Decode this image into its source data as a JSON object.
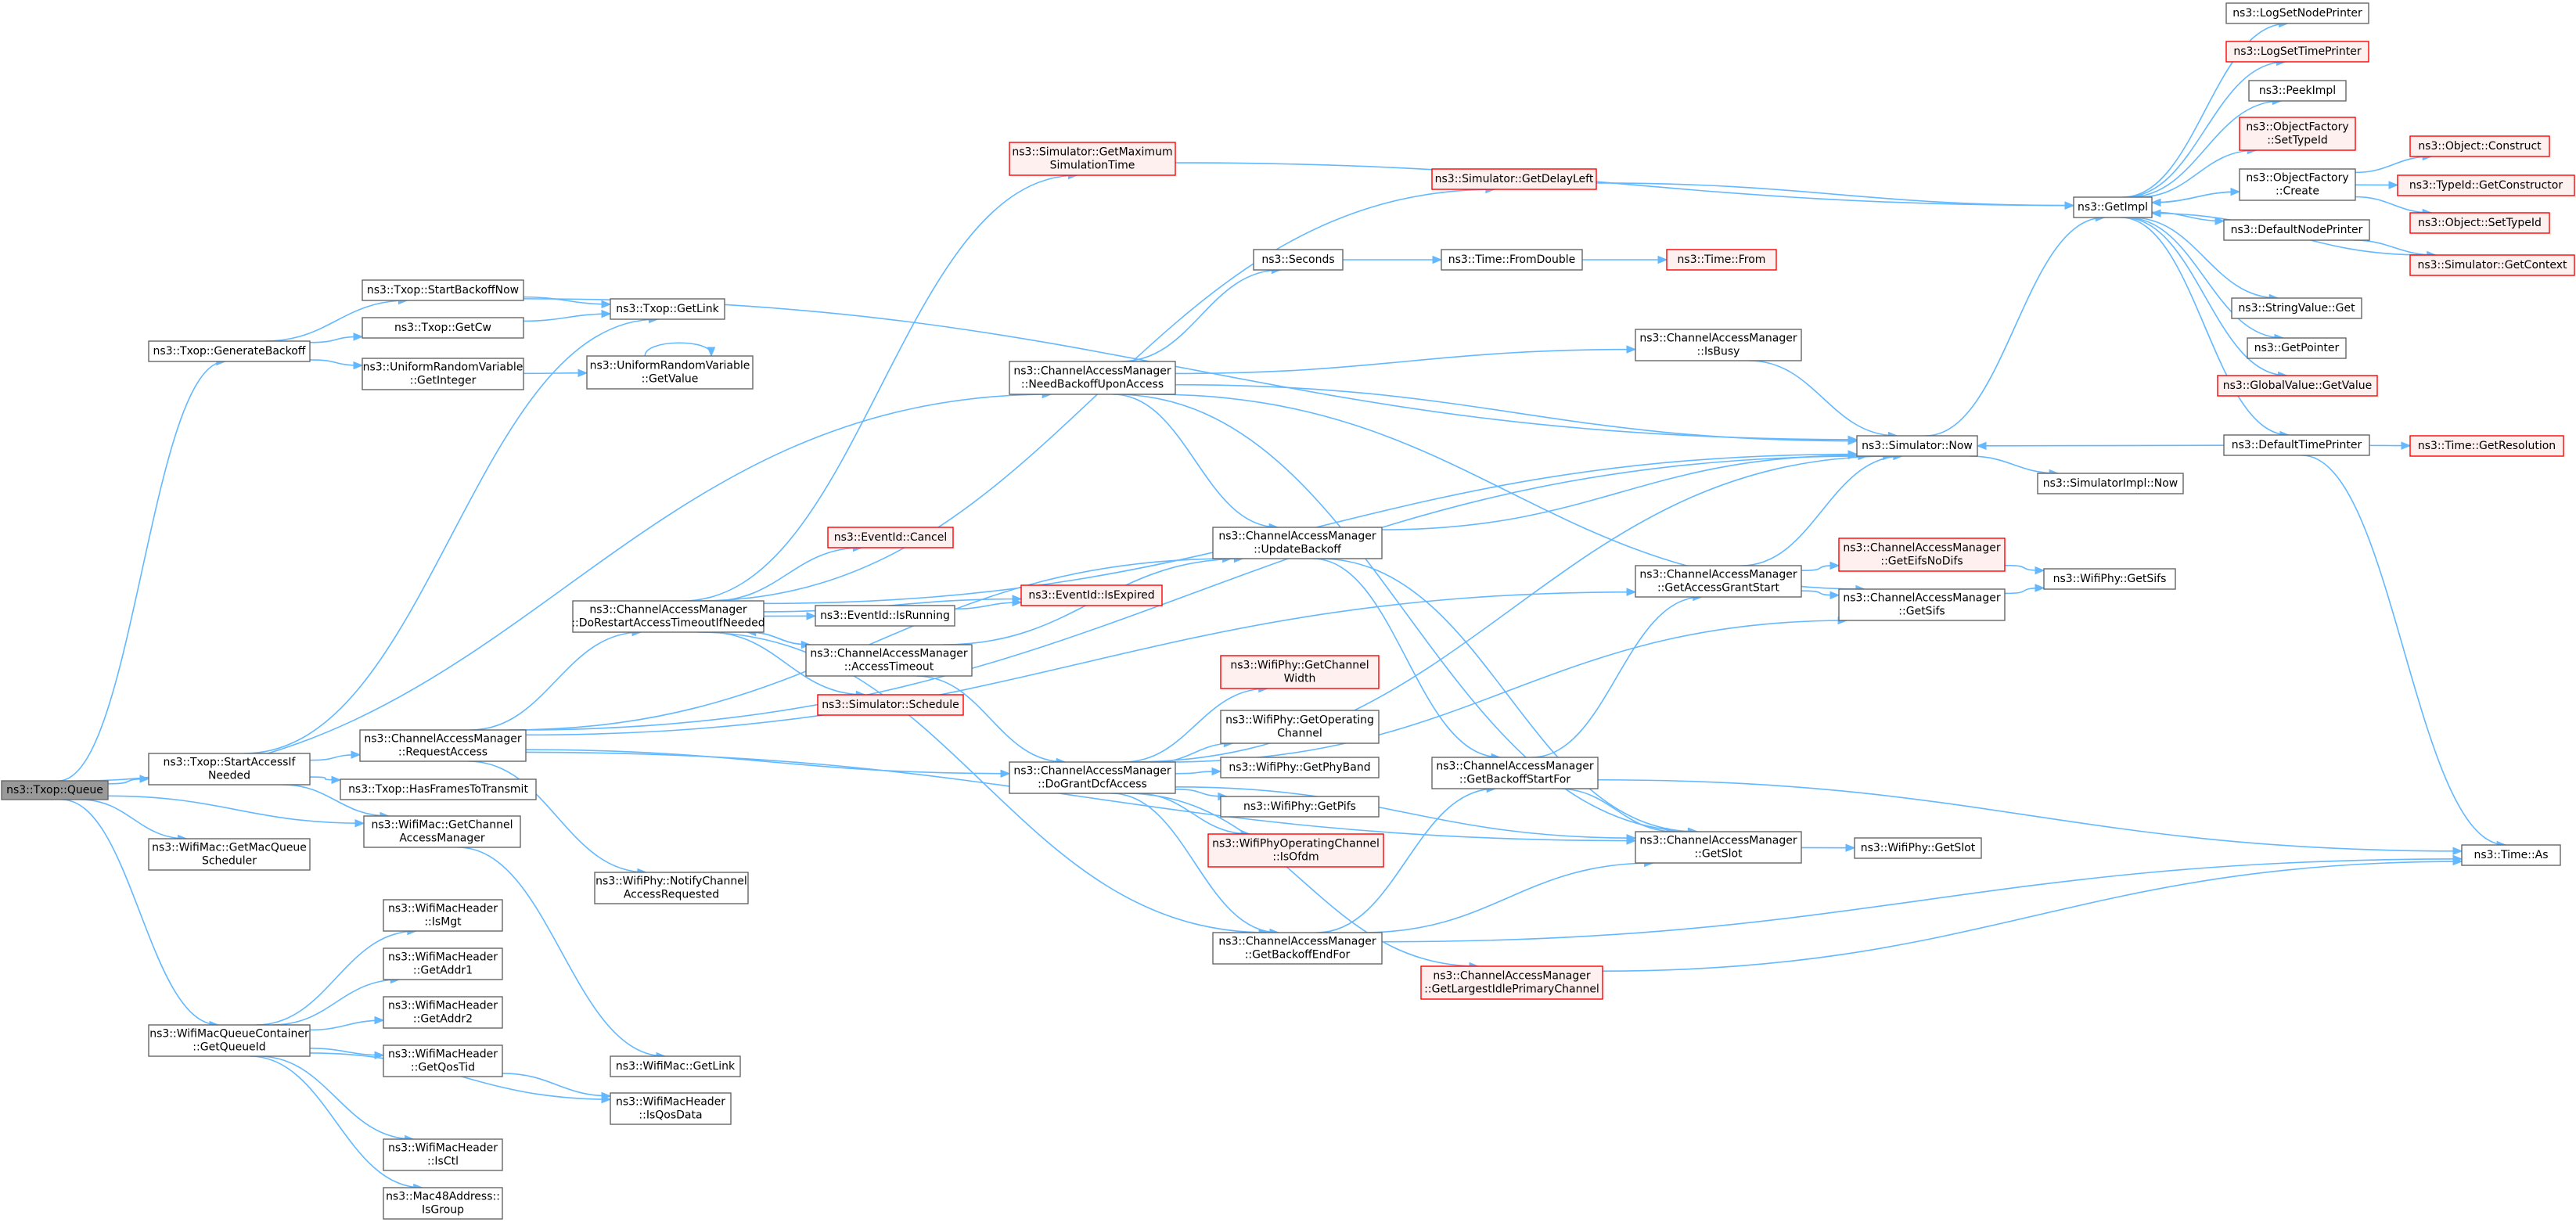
{
  "colors": {
    "edge": "#63b8ff",
    "node_border": "#666666",
    "node_fill": "#ffffff",
    "root_fill": "#999999",
    "truncated_border": "#ff0000",
    "truncated_fill": "#fff0f0"
  },
  "nodes": [
    {
      "id": "queue",
      "lines": [
        "ns3::Txop::Queue"
      ],
      "kind": "root"
    },
    {
      "id": "genbackoff",
      "lines": [
        "ns3::Txop::GenerateBackoff"
      ],
      "kind": "plain"
    },
    {
      "id": "startaccess",
      "lines": [
        "ns3::Txop::StartAccessIf",
        "Needed"
      ],
      "kind": "plain"
    },
    {
      "id": "getmacqueuesched",
      "lines": [
        "ns3::WifiMac::GetMacQueue",
        "Scheduler"
      ],
      "kind": "plain"
    },
    {
      "id": "getqueueid",
      "lines": [
        "ns3::WifiMacQueueContainer",
        "::GetQueueId"
      ],
      "kind": "plain"
    },
    {
      "id": "startbackoffnow",
      "lines": [
        "ns3::Txop::StartBackoffNow"
      ],
      "kind": "plain"
    },
    {
      "id": "getcw",
      "lines": [
        "ns3::Txop::GetCw"
      ],
      "kind": "plain"
    },
    {
      "id": "urvgetint",
      "lines": [
        "ns3::UniformRandomVariable",
        "::GetInteger"
      ],
      "kind": "plain"
    },
    {
      "id": "txopgetlink",
      "lines": [
        "ns3::Txop::GetLink"
      ],
      "kind": "plain"
    },
    {
      "id": "urvgetvalue",
      "lines": [
        "ns3::UniformRandomVariable",
        "::GetValue"
      ],
      "kind": "plain"
    },
    {
      "id": "requestaccess",
      "lines": [
        "ns3::ChannelAccessManager",
        "::RequestAccess"
      ],
      "kind": "plain"
    },
    {
      "id": "hasframes",
      "lines": [
        "ns3::Txop::HasFramesToTransmit"
      ],
      "kind": "plain"
    },
    {
      "id": "getcam",
      "lines": [
        "ns3::WifiMac::GetChannel",
        "AccessManager"
      ],
      "kind": "plain"
    },
    {
      "id": "ismgt",
      "lines": [
        "ns3::WifiMacHeader",
        "::IsMgt"
      ],
      "kind": "plain"
    },
    {
      "id": "getaddr1",
      "lines": [
        "ns3::WifiMacHeader",
        "::GetAddr1"
      ],
      "kind": "plain"
    },
    {
      "id": "getaddr2",
      "lines": [
        "ns3::WifiMacHeader",
        "::GetAddr2"
      ],
      "kind": "plain"
    },
    {
      "id": "getqostid",
      "lines": [
        "ns3::WifiMacHeader",
        "::GetQosTid"
      ],
      "kind": "plain"
    },
    {
      "id": "isctl",
      "lines": [
        "ns3::WifiMacHeader",
        "::IsCtl"
      ],
      "kind": "plain"
    },
    {
      "id": "isgroup",
      "lines": [
        "ns3::Mac48Address::",
        "IsGroup"
      ],
      "kind": "plain"
    },
    {
      "id": "wifimacgetlink",
      "lines": [
        "ns3::WifiMac::GetLink"
      ],
      "kind": "plain"
    },
    {
      "id": "isqosdata",
      "lines": [
        "ns3::WifiMacHeader",
        "::IsQosData"
      ],
      "kind": "plain"
    },
    {
      "id": "notifyreq",
      "lines": [
        "ns3::WifiPhy::NotifyChannel",
        "AccessRequested"
      ],
      "kind": "plain"
    },
    {
      "id": "dorestart",
      "lines": [
        "ns3::ChannelAccessManager",
        "::DoRestartAccessTimeoutIfNeeded"
      ],
      "kind": "plain"
    },
    {
      "id": "getmaxsim",
      "lines": [
        "ns3::Simulator::GetMaximum",
        "SimulationTime"
      ],
      "kind": "trunc"
    },
    {
      "id": "getdelayleft",
      "lines": [
        "ns3::Simulator::GetDelayLeft"
      ],
      "kind": "trunc"
    },
    {
      "id": "needbackoff",
      "lines": [
        "ns3::ChannelAccessManager",
        "::NeedBackoffUponAccess"
      ],
      "kind": "plain"
    },
    {
      "id": "seconds",
      "lines": [
        "ns3::Seconds"
      ],
      "kind": "plain"
    },
    {
      "id": "fromdouble",
      "lines": [
        "ns3::Time::FromDouble"
      ],
      "kind": "plain"
    },
    {
      "id": "timefrom",
      "lines": [
        "ns3::Time::From"
      ],
      "kind": "trunc"
    },
    {
      "id": "isbusy",
      "lines": [
        "ns3::ChannelAccessManager",
        "::IsBusy"
      ],
      "kind": "plain"
    },
    {
      "id": "eventcancel",
      "lines": [
        "ns3::EventId::Cancel"
      ],
      "kind": "trunc"
    },
    {
      "id": "eventisrunning",
      "lines": [
        "ns3::EventId::IsRunning"
      ],
      "kind": "plain"
    },
    {
      "id": "eventisexpired",
      "lines": [
        "ns3::EventId::IsExpired"
      ],
      "kind": "trunc"
    },
    {
      "id": "accesstimeout",
      "lines": [
        "ns3::ChannelAccessManager",
        "::AccessTimeout"
      ],
      "kind": "plain"
    },
    {
      "id": "schedule",
      "lines": [
        "ns3::Simulator::Schedule"
      ],
      "kind": "trunc"
    },
    {
      "id": "updatebackoff",
      "lines": [
        "ns3::ChannelAccessManager",
        "::UpdateBackoff"
      ],
      "kind": "plain"
    },
    {
      "id": "dogrant",
      "lines": [
        "ns3::ChannelAccessManager",
        "::DoGrantDcfAccess"
      ],
      "kind": "plain"
    },
    {
      "id": "getchannelwidth",
      "lines": [
        "ns3::WifiPhy::GetChannel",
        "Width"
      ],
      "kind": "trunc"
    },
    {
      "id": "getoperating",
      "lines": [
        "ns3::WifiPhy::GetOperating",
        "Channel"
      ],
      "kind": "plain"
    },
    {
      "id": "getphyband",
      "lines": [
        "ns3::WifiPhy::GetPhyBand"
      ],
      "kind": "plain"
    },
    {
      "id": "getpifs",
      "lines": [
        "ns3::WifiPhy::GetPifs"
      ],
      "kind": "plain"
    },
    {
      "id": "isofdm",
      "lines": [
        "ns3::WifiPhyOperatingChannel",
        "::IsOfdm"
      ],
      "kind": "trunc"
    },
    {
      "id": "getbackoffendfor",
      "lines": [
        "ns3::ChannelAccessManager",
        "::GetBackoffEndFor"
      ],
      "kind": "plain"
    },
    {
      "id": "getlargestidle",
      "lines": [
        "ns3::ChannelAccessManager",
        "::GetLargestIdlePrimaryChannel"
      ],
      "kind": "trunc"
    },
    {
      "id": "getbackoffstartfor",
      "lines": [
        "ns3::ChannelAccessManager",
        "::GetBackoffStartFor"
      ],
      "kind": "plain"
    },
    {
      "id": "getslot",
      "lines": [
        "ns3::ChannelAccessManager",
        "::GetSlot"
      ],
      "kind": "plain"
    },
    {
      "id": "wifiphygetslot",
      "lines": [
        "ns3::WifiPhy::GetSlot"
      ],
      "kind": "plain"
    },
    {
      "id": "getaccessgrantstart",
      "lines": [
        "ns3::ChannelAccessManager",
        "::GetAccessGrantStart"
      ],
      "kind": "plain"
    },
    {
      "id": "geteifsnodifs",
      "lines": [
        "ns3::ChannelAccessManager",
        "::GetEifsNoDifs"
      ],
      "kind": "trunc"
    },
    {
      "id": "camgetsifs",
      "lines": [
        "ns3::ChannelAccessManager",
        "::GetSifs"
      ],
      "kind": "plain"
    },
    {
      "id": "wifiphygetsifs",
      "lines": [
        "ns3::WifiPhy::GetSifs"
      ],
      "kind": "plain"
    },
    {
      "id": "simnow",
      "lines": [
        "ns3::Simulator::Now"
      ],
      "kind": "plain"
    },
    {
      "id": "simimplnow",
      "lines": [
        "ns3::SimulatorImpl::Now"
      ],
      "kind": "plain"
    },
    {
      "id": "getimpl",
      "lines": [
        "ns3::GetImpl"
      ],
      "kind": "plain"
    },
    {
      "id": "logsetnode",
      "lines": [
        "ns3::LogSetNodePrinter"
      ],
      "kind": "plain"
    },
    {
      "id": "logsettime",
      "lines": [
        "ns3::LogSetTimePrinter"
      ],
      "kind": "trunc"
    },
    {
      "id": "peekimpl",
      "lines": [
        "ns3::PeekImpl"
      ],
      "kind": "plain"
    },
    {
      "id": "ofsettypeid",
      "lines": [
        "ns3::ObjectFactory",
        "::SetTypeId"
      ],
      "kind": "trunc"
    },
    {
      "id": "ofcreate",
      "lines": [
        "ns3::ObjectFactory",
        "::Create"
      ],
      "kind": "plain"
    },
    {
      "id": "defaultnodeprinter",
      "lines": [
        "ns3::DefaultNodePrinter"
      ],
      "kind": "plain"
    },
    {
      "id": "stringvalueget",
      "lines": [
        "ns3::StringValue::Get"
      ],
      "kind": "plain"
    },
    {
      "id": "getpointer",
      "lines": [
        "ns3::GetPointer"
      ],
      "kind": "plain"
    },
    {
      "id": "globalvalue",
      "lines": [
        "ns3::GlobalValue::GetValue"
      ],
      "kind": "trunc"
    },
    {
      "id": "defaulttimeprinter",
      "lines": [
        "ns3::DefaultTimePrinter"
      ],
      "kind": "plain"
    },
    {
      "id": "objconstruct",
      "lines": [
        "ns3::Object::Construct"
      ],
      "kind": "trunc"
    },
    {
      "id": "typeidgetctor",
      "lines": [
        "ns3::TypeId::GetConstructor"
      ],
      "kind": "trunc"
    },
    {
      "id": "objsettypeid",
      "lines": [
        "ns3::Object::SetTypeId"
      ],
      "kind": "trunc"
    },
    {
      "id": "getcontext",
      "lines": [
        "ns3::Simulator::GetContext"
      ],
      "kind": "trunc"
    },
    {
      "id": "getresolution",
      "lines": [
        "ns3::Time::GetResolution"
      ],
      "kind": "trunc"
    },
    {
      "id": "timeas",
      "lines": [
        "ns3::Time::As"
      ],
      "kind": "plain"
    }
  ],
  "edges": [
    [
      "queue",
      "genbackoff"
    ],
    [
      "queue",
      "startaccess"
    ],
    [
      "queue",
      "getmacqueuesched"
    ],
    [
      "queue",
      "getqueueid"
    ],
    [
      "queue",
      "getcam"
    ],
    [
      "queue",
      "needbackoff"
    ],
    [
      "genbackoff",
      "startbackoffnow"
    ],
    [
      "genbackoff",
      "getcw"
    ],
    [
      "genbackoff",
      "urvgetint"
    ],
    [
      "startbackoffnow",
      "txopgetlink"
    ],
    [
      "startbackoffnow",
      "simnow"
    ],
    [
      "getcw",
      "txopgetlink"
    ],
    [
      "urvgetint",
      "urvgetvalue"
    ],
    [
      "urvgetvalue",
      "urvgetvalue"
    ],
    [
      "startaccess",
      "txopgetlink"
    ],
    [
      "startaccess",
      "requestaccess"
    ],
    [
      "startaccess",
      "hasframes"
    ],
    [
      "startaccess",
      "getcam"
    ],
    [
      "getcam",
      "wifimacgetlink"
    ],
    [
      "getqueueid",
      "ismgt"
    ],
    [
      "getqueueid",
      "getaddr1"
    ],
    [
      "getqueueid",
      "getaddr2"
    ],
    [
      "getqueueid",
      "getqostid"
    ],
    [
      "getqueueid",
      "isctl"
    ],
    [
      "getqueueid",
      "isgroup"
    ],
    [
      "getqueueid",
      "isqosdata"
    ],
    [
      "getqostid",
      "isqosdata"
    ],
    [
      "requestaccess",
      "dorestart"
    ],
    [
      "requestaccess",
      "notifyreq"
    ],
    [
      "requestaccess",
      "dogrant"
    ],
    [
      "requestaccess",
      "updatebackoff"
    ],
    [
      "requestaccess",
      "simnow"
    ],
    [
      "requestaccess",
      "getslot"
    ],
    [
      "requestaccess",
      "getaccessgrantstart"
    ],
    [
      "dorestart",
      "getmaxsim"
    ],
    [
      "dorestart",
      "getdelayleft"
    ],
    [
      "dorestart",
      "eventcancel"
    ],
    [
      "dorestart",
      "eventisrunning"
    ],
    [
      "dorestart",
      "eventisexpired"
    ],
    [
      "dorestart",
      "accesstimeout"
    ],
    [
      "dorestart",
      "schedule"
    ],
    [
      "dorestart",
      "simnow"
    ],
    [
      "dorestart",
      "getbackoffendfor"
    ],
    [
      "eventisrunning",
      "eventisexpired"
    ],
    [
      "accesstimeout",
      "dorestart"
    ],
    [
      "accesstimeout",
      "updatebackoff"
    ],
    [
      "accesstimeout",
      "dogrant"
    ],
    [
      "getmaxsim",
      "getimpl"
    ],
    [
      "getdelayleft",
      "getimpl"
    ],
    [
      "needbackoff",
      "seconds"
    ],
    [
      "needbackoff",
      "isbusy"
    ],
    [
      "needbackoff",
      "simnow"
    ],
    [
      "needbackoff",
      "updatebackoff"
    ],
    [
      "needbackoff",
      "getslot"
    ],
    [
      "needbackoff",
      "camgetsifs"
    ],
    [
      "seconds",
      "fromdouble"
    ],
    [
      "fromdouble",
      "timefrom"
    ],
    [
      "isbusy",
      "simnow"
    ],
    [
      "updatebackoff",
      "simnow"
    ],
    [
      "updatebackoff",
      "getbackoffstartfor"
    ],
    [
      "updatebackoff",
      "getslot"
    ],
    [
      "dogrant",
      "getchannelwidth"
    ],
    [
      "dogrant",
      "getoperating"
    ],
    [
      "dogrant",
      "getphyband"
    ],
    [
      "dogrant",
      "getpifs"
    ],
    [
      "dogrant",
      "isofdm"
    ],
    [
      "dogrant",
      "getbackoffendfor"
    ],
    [
      "dogrant",
      "getlargestidle"
    ],
    [
      "dogrant",
      "getslot"
    ],
    [
      "dogrant",
      "camgetsifs"
    ],
    [
      "dogrant",
      "simnow"
    ],
    [
      "getbackoffendfor",
      "getbackoffstartfor"
    ],
    [
      "getbackoffendfor",
      "getslot"
    ],
    [
      "getbackoffendfor",
      "timeas"
    ],
    [
      "getbackoffstartfor",
      "getaccessgrantstart"
    ],
    [
      "getbackoffstartfor",
      "getslot"
    ],
    [
      "getbackoffstartfor",
      "timeas"
    ],
    [
      "getlargestidle",
      "timeas"
    ],
    [
      "getslot",
      "wifiphygetslot"
    ],
    [
      "getaccessgrantstart",
      "geteifsnodifs"
    ],
    [
      "getaccessgrantstart",
      "camgetsifs"
    ],
    [
      "getaccessgrantstart",
      "simnow"
    ],
    [
      "geteifsnodifs",
      "wifiphygetsifs"
    ],
    [
      "camgetsifs",
      "wifiphygetsifs"
    ],
    [
      "simnow",
      "getimpl"
    ],
    [
      "simnow",
      "simimplnow"
    ],
    [
      "getimpl",
      "logsetnode"
    ],
    [
      "getimpl",
      "logsettime"
    ],
    [
      "getimpl",
      "peekimpl"
    ],
    [
      "getimpl",
      "ofsettypeid"
    ],
    [
      "getimpl",
      "ofcreate"
    ],
    [
      "getimpl",
      "defaultnodeprinter"
    ],
    [
      "getimpl",
      "stringvalueget"
    ],
    [
      "getimpl",
      "getpointer"
    ],
    [
      "getimpl",
      "globalvalue"
    ],
    [
      "getimpl",
      "defaulttimeprinter"
    ],
    [
      "ofcreate",
      "objconstruct"
    ],
    [
      "ofcreate",
      "typeidgetctor"
    ],
    [
      "ofcreate",
      "objsettypeid"
    ],
    [
      "ofcreate",
      "getimpl"
    ],
    [
      "defaultnodeprinter",
      "getcontext"
    ],
    [
      "getcontext",
      "getimpl"
    ],
    [
      "defaulttimeprinter",
      "getresolution"
    ],
    [
      "defaulttimeprinter",
      "simnow"
    ],
    [
      "defaulttimeprinter",
      "timeas"
    ]
  ]
}
